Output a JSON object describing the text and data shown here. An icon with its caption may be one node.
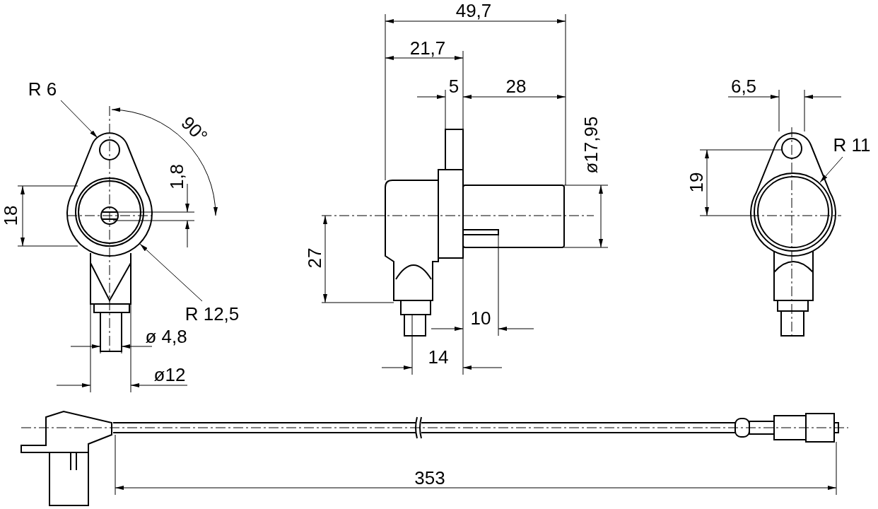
{
  "diagram": {
    "nodes": [
      {
        "text": [
          "R 6"
        ]
      },
      {
        "text": [
          "R 11"
        ]
      },
      {
        "text": [
          "R 12,5"
        ]
      },
      {
        "text": [],
        "shape": "picture"
      },
      {
        "text": [],
        "shape": "picture"
      }
    ],
    "edges": [
      {
        "from": 0,
        "to": 3,
        "arrow": "to"
      },
      {
        "from": 1,
        "to": 4,
        "arrow": "to"
      },
      {
        "from": 2,
        "to": 3,
        "arrow": "to"
      }
    ],
    "labels": [
      "49,7",
      "21,7",
      "5",
      "28",
      "6,5",
      "90°",
      "ø17,95",
      "1,8",
      "19",
      "18",
      "27",
      "10",
      "ø 4,8",
      "14",
      "ø12",
      "353"
    ]
  }
}
